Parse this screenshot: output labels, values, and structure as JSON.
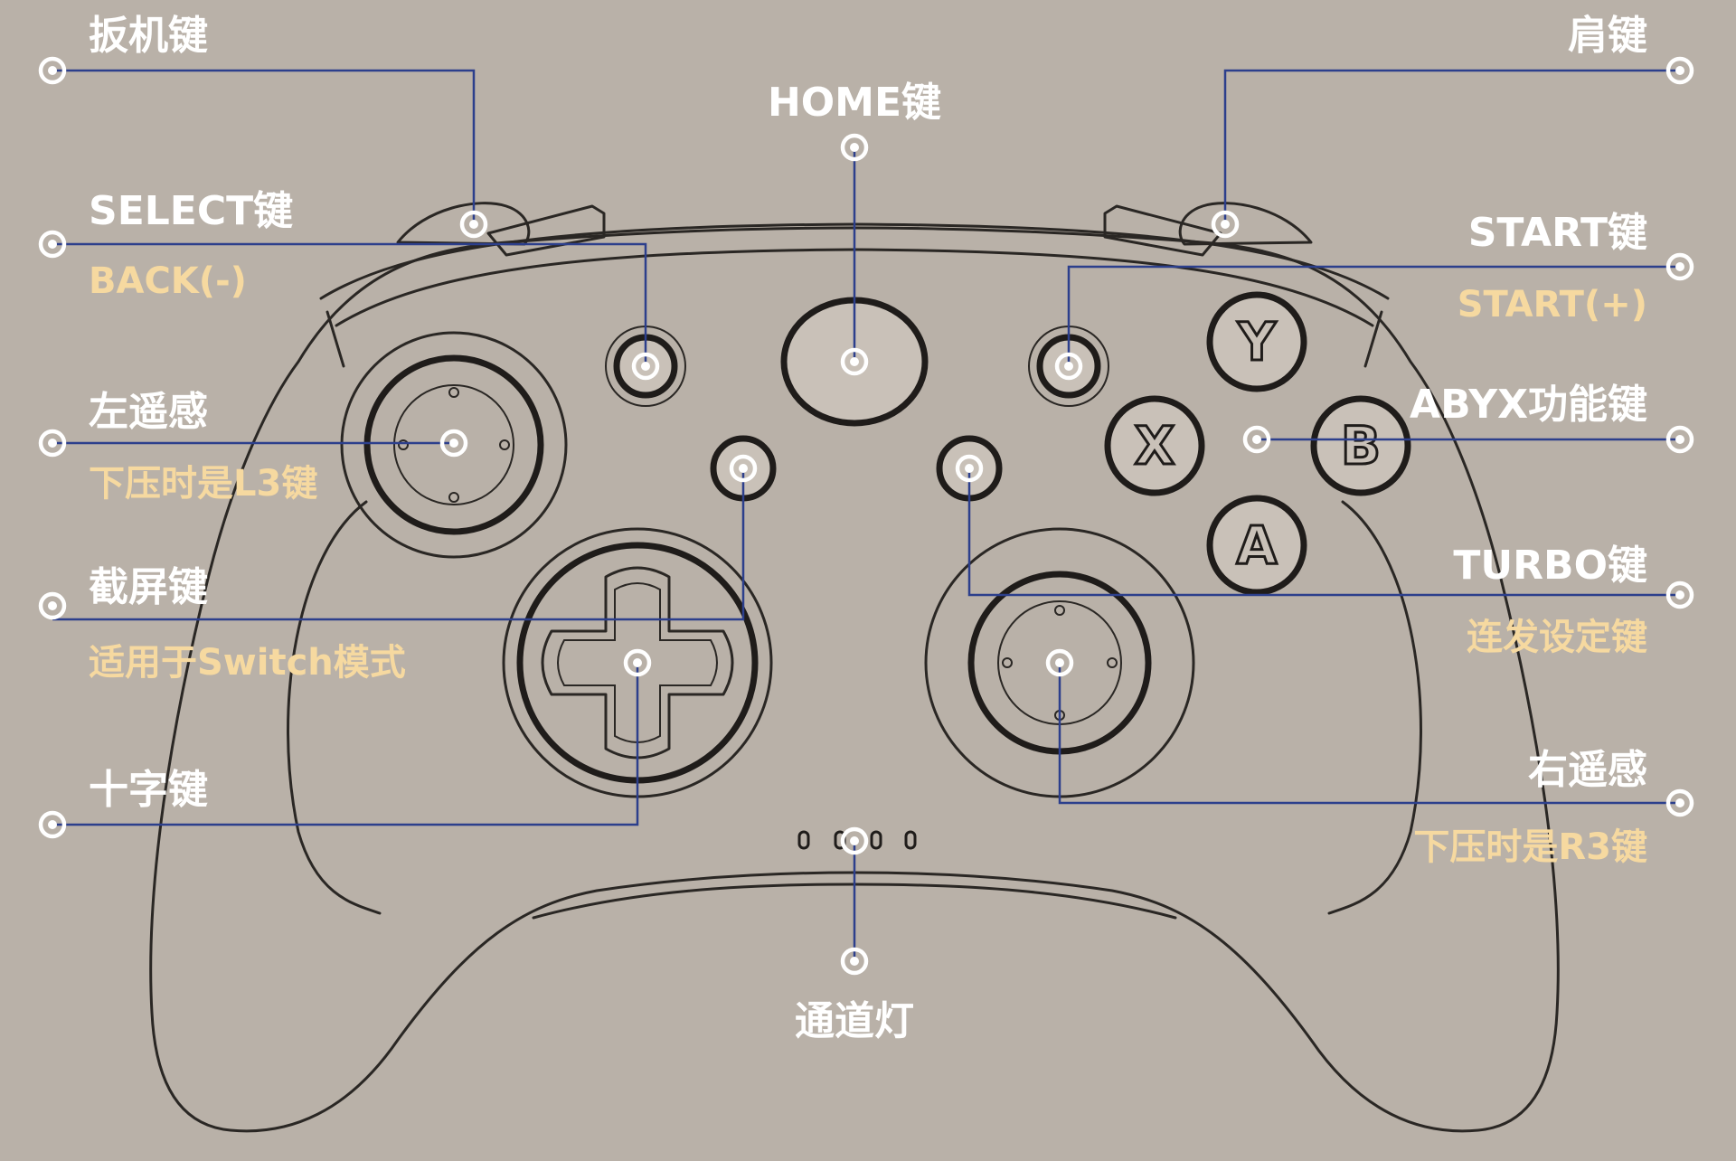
{
  "colors": {
    "background": "#b9b1a8",
    "leader_line": "#2c3f8c",
    "label_main": "#ffffff",
    "label_sub": "#f6d9a0",
    "outline": "#1f1c1a"
  },
  "labels": {
    "trigger": "扳机键",
    "shoulder": "肩键",
    "home": "HOME键",
    "select": "SELECT键",
    "select_sub": "BACK(-)",
    "start": "START键",
    "start_sub": "START(+)",
    "left_stick": "左遥感",
    "left_stick_sub": "下压时是L3键",
    "abyx": "ABYX功能键",
    "screenshot": "截屏键",
    "screenshot_sub": "适用于Switch模式",
    "turbo": "TURBO键",
    "turbo_sub": "连发设定键",
    "dpad": "十字键",
    "right_stick": "右遥感",
    "right_stick_sub": "下压时是R3键",
    "channel_light": "通道灯"
  },
  "face_buttons": {
    "y": "Y",
    "x": "X",
    "b": "B",
    "a": "A"
  }
}
